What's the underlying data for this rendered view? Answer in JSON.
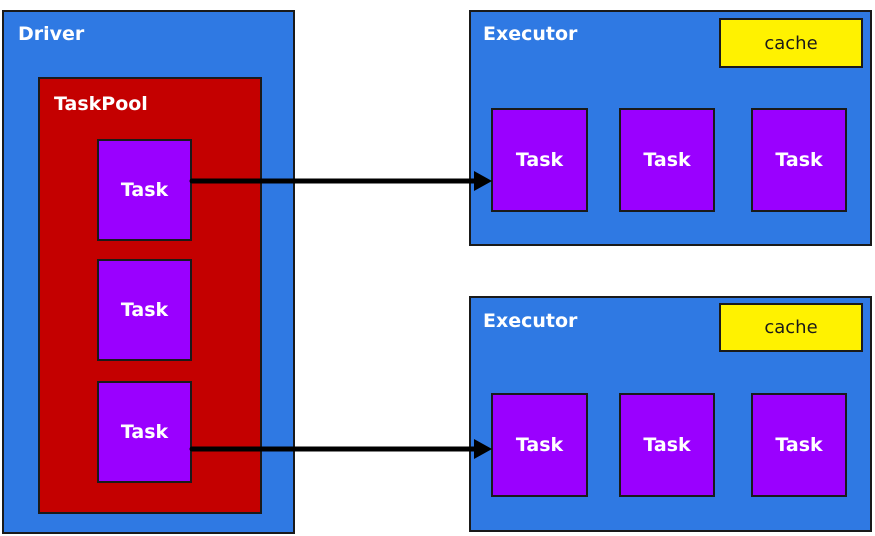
{
  "driver": {
    "label": "Driver",
    "task_pool": {
      "label": "TaskPool",
      "tasks": [
        "Task",
        "Task",
        "Task"
      ]
    }
  },
  "executors": [
    {
      "label": "Executor",
      "cache": "cache",
      "tasks": [
        "Task",
        "Task",
        "Task"
      ]
    },
    {
      "label": "Executor",
      "cache": "cache",
      "tasks": [
        "Task",
        "Task",
        "Task"
      ]
    }
  ],
  "colors": {
    "container_blue": "#2f79e3",
    "pool_red": "#c40000",
    "task_purple": "#9a00ff",
    "cache_yellow": "#fff200",
    "outline": "#1a1a1a"
  }
}
